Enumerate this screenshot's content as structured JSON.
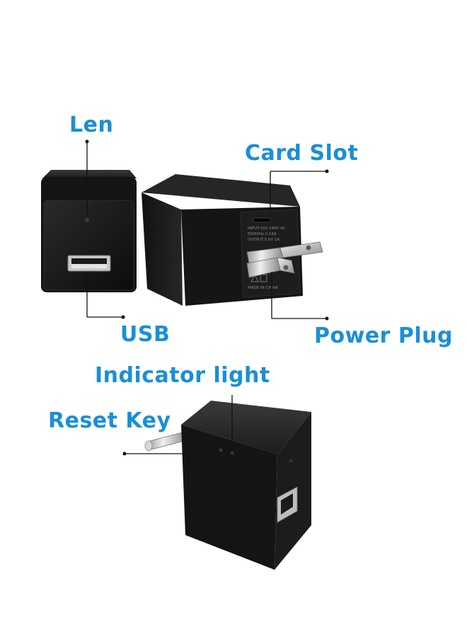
{
  "labels": {
    "len": "Len",
    "card_slot": "Card Slot",
    "usb": "USB",
    "power_plug": "Power Plug",
    "indicator_light": "Indicator light",
    "reset_key": "Reset Key"
  },
  "plug_text": {
    "line1": "INPUT:100-240V AC",
    "line2": "50/60Hz 0.15A",
    "line3": "OUTPUT:5.0V 1A",
    "origin": "MADE IN CHINA"
  },
  "colors": {
    "label": "#1a8fd6",
    "device_body": "#141414",
    "leader_line": "#111111",
    "background": "#ffffff"
  }
}
